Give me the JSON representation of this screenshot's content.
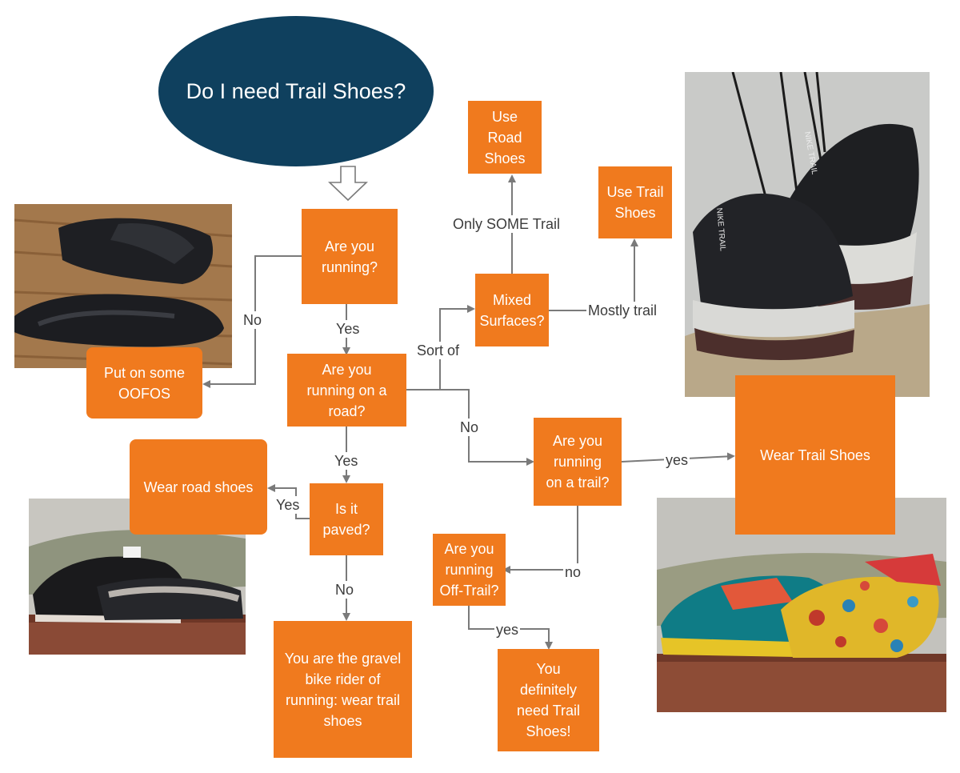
{
  "title": "Do I need Trail Shoes?",
  "colors": {
    "box": "#f07a1e",
    "title_bg": "#0f405e",
    "line": "#7a7a7a"
  },
  "nodes": {
    "running": "Are you\nrunning?",
    "oofos": "Put on some\nOOFOS",
    "road_q": "Are you\nrunning on a\nroad?",
    "mixed": "Mixed\nSurfaces?",
    "use_road": "Use\nRoad\nShoes",
    "use_trail": "Use Trail\nShoes",
    "trail_q": "Are you\nrunning\non a trail?",
    "wear_trail": "Wear Trail Shoes",
    "paved": "Is it\npaved?",
    "wear_road": "Wear road shoes",
    "gravel": "You are the gravel\nbike rider of\nrunning: wear trail\nshoes",
    "off_trail": "Are you\nrunning\nOff-Trail?",
    "definitely": "You\ndefinitely\nneed Trail\nShoes!"
  },
  "edge_labels": {
    "no_running": "No",
    "yes_running": "Yes",
    "sort_of": "Sort of",
    "only_some_trail": "Only SOME Trail",
    "mostly_trail": "Mostly trail",
    "no_road": "No",
    "yes_road": "Yes",
    "yes_paved": "Yes",
    "no_paved": "No",
    "yes_trail": "yes",
    "no_trail": "no",
    "yes_off_trail": "yes"
  },
  "photos": {
    "oofos": "recovery sandals on wooden deck",
    "road_shoes": "black road running shoes on railing",
    "hanging_trail": "hanging Nike Trail shoes",
    "trail_shoes": "colorful trail shoes on railing"
  },
  "photo_text": {
    "nike_trail": "NIKE TRAIL"
  }
}
